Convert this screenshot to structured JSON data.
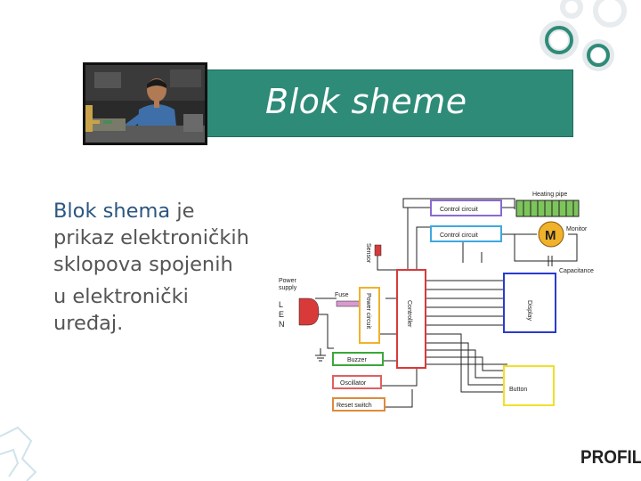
{
  "slide": {
    "title": "Blok sheme",
    "body": {
      "keyword": "Blok shema",
      "line1_rest": " je",
      "line2": "prikaz elektroničkih",
      "line3": "sklopova spojenih",
      "line4": "u elektronički",
      "line5": "uređaj."
    },
    "logo": "PROFIL",
    "colors": {
      "title_bg": "#2e8b78",
      "keyword": "#2b5680",
      "text": "#555555"
    }
  },
  "diagram": {
    "labels": {
      "heating_pipe": "Heating pipe",
      "control_circuit_1": "Control circuit",
      "control_circuit_2": "Control circuit",
      "motor": "M",
      "monitor": "Monitor",
      "capacitance": "Capacitance",
      "sensor": "Sensor",
      "power_supply_1": "Power",
      "power_supply_2": "supply",
      "fuse": "Fuse",
      "power_circuit": "Power circuit",
      "controller": "Controller",
      "display": "Display",
      "l": "L",
      "e": "E",
      "n": "N",
      "buzzer": "Buzzer",
      "oscillator": "Oscillator",
      "reset_switch": "Reset switch",
      "button": "Button"
    }
  }
}
